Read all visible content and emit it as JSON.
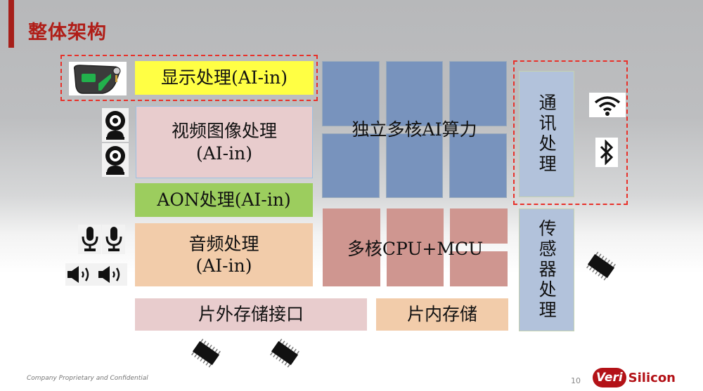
{
  "slide": {
    "title": "整体架构",
    "page_number": "10",
    "footer_text": "Company Proprietary and Confidential",
    "logo": {
      "part1": "Veri",
      "part2": "Silicon"
    }
  },
  "colors": {
    "title_red": "#b01e18",
    "dashed_border": "#e8312a",
    "display_yellow": "#ffff44",
    "video_pink": "#e8cccd",
    "aon_green": "#9ccd5e",
    "audio_orange": "#f2ccaa",
    "ai_blue": "#7893bd",
    "cpu_red": "#cf9690",
    "comm_lightblue": "#b2c2db"
  },
  "blocks": {
    "display": "显示处理(AI-in)",
    "video_line1": "视频图像处理",
    "video_line2": "(AI-in)",
    "aon": "AON处理(AI-in)",
    "audio_line1": "音频处理",
    "audio_line2": "(AI-in)",
    "ai_compute": "独立多核AI算力",
    "cpu": "多核CPU+MCU",
    "external_storage": "片外存储接口",
    "internal_storage": "片内存储",
    "communication": "通讯处理",
    "sensor": "传感器处理"
  },
  "icons": {
    "display_device": "smart-glass-device-icon",
    "cameras": [
      "webcam-icon",
      "webcam-icon"
    ],
    "microphones": [
      "microphone-icon",
      "microphone-icon"
    ],
    "speakers": [
      "speaker-icon",
      "speaker-icon"
    ],
    "wifi": "wifi-icon",
    "bluetooth": "bluetooth-icon",
    "chips": [
      "chip-icon",
      "chip-icon",
      "chip-icon"
    ]
  }
}
